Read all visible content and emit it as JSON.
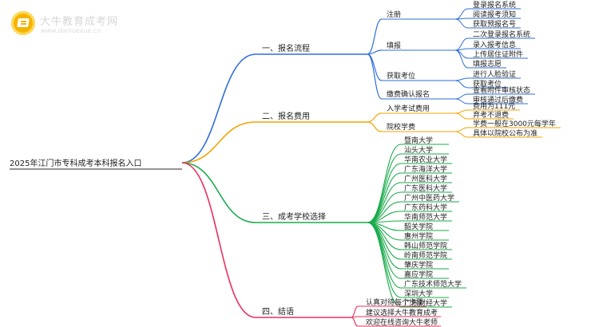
{
  "watermark": {
    "title": "大牛教育成考网",
    "url": "www.daniuexue.cn"
  },
  "root": "2025年江门市专科成考本科报名入口",
  "branches": [
    {
      "label": "一、报名流程",
      "color": "#2f6fd8",
      "children": [
        {
          "label": "注册",
          "children": [
            {
              "label": "登录报名系统"
            },
            {
              "label": "阅读报考须知"
            },
            {
              "label": "获取预报名号"
            }
          ]
        },
        {
          "label": "填报",
          "children": [
            {
              "label": "二次登录报名系统"
            },
            {
              "label": "录入报考信息"
            },
            {
              "label": "上传居住证附件"
            },
            {
              "label": "填报志愿"
            }
          ]
        },
        {
          "label": "获取考位",
          "children": [
            {
              "label": "进行人脸验证"
            },
            {
              "label": "获取考位"
            }
          ]
        },
        {
          "label": "缴费确认报名",
          "children": [
            {
              "label": "查看附件审核状态"
            },
            {
              "label": "审核通过后缴费"
            }
          ]
        }
      ]
    },
    {
      "label": "二、报名费用",
      "color": "#f2a400",
      "children": [
        {
          "label": "入学考试费用",
          "children": [
            {
              "label": "费用为111元"
            },
            {
              "label": "弃考不退费"
            }
          ]
        },
        {
          "label": "院校学费",
          "children": [
            {
              "label": "学费一般在3000元每学年"
            },
            {
              "label": "具体以院校公布为准"
            }
          ]
        }
      ]
    },
    {
      "label": "三、成考学校选择",
      "color": "#1aab4b",
      "children": [
        {
          "label": "暨南大学"
        },
        {
          "label": "汕头大学"
        },
        {
          "label": "华南农业大学"
        },
        {
          "label": "广东海洋大学"
        },
        {
          "label": "广州医科大学"
        },
        {
          "label": "广东医科大学"
        },
        {
          "label": "广州中医药大学"
        },
        {
          "label": "广东药科大学"
        },
        {
          "label": "华南师范大学"
        },
        {
          "label": "韶关学院"
        },
        {
          "label": "惠州学院"
        },
        {
          "label": "韩山师范学院"
        },
        {
          "label": "岭南师范学院"
        },
        {
          "label": "肇庆学院"
        },
        {
          "label": "嘉应学院"
        },
        {
          "label": "广东技术师范大学"
        },
        {
          "label": "深圳大学"
        },
        {
          "label": "广东财经大学"
        }
      ]
    },
    {
      "label": "四、结语",
      "color": "#e8305e",
      "children": [
        {
          "label": "认真对待每个步骤"
        },
        {
          "label": "建议选择大牛教育成考"
        },
        {
          "label": "欢迎在线咨询大牛老师"
        }
      ]
    }
  ]
}
